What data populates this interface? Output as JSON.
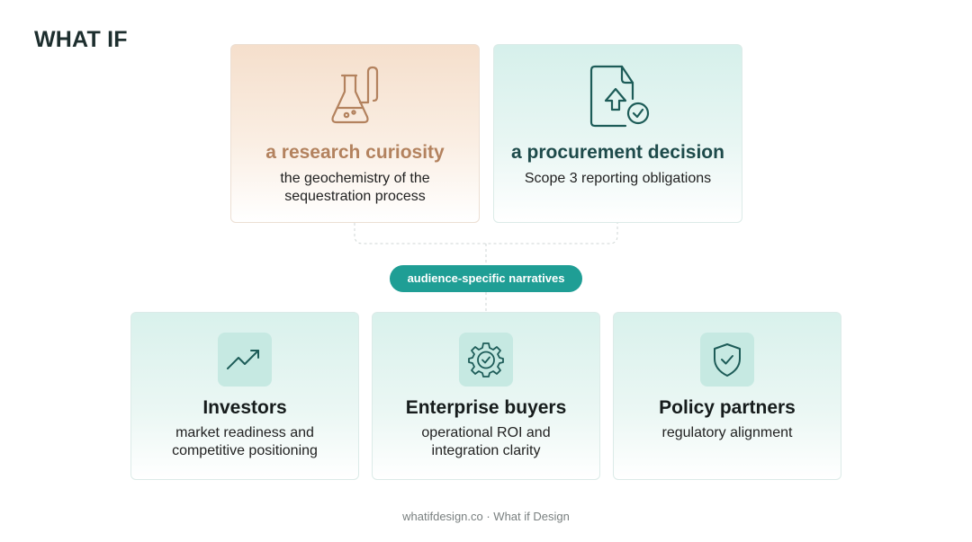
{
  "brand": {
    "logo_text": "WHAT IF"
  },
  "top_cards": [
    {
      "title": "a research curiosity",
      "description": "the geochemistry of the sequestration process",
      "icon": "flask-icon"
    },
    {
      "title": "a procurement decision",
      "description": "Scope 3 reporting obligations",
      "icon": "document-upload-check-icon"
    }
  ],
  "center_label": "audience-specific narratives",
  "audience_cards": [
    {
      "title": "Investors",
      "description": "market readiness and competitive positioning",
      "icon": "trending-up-icon"
    },
    {
      "title": "Enterprise buyers",
      "description": "operational ROI and integration clarity",
      "icon": "gear-check-icon"
    },
    {
      "title": "Policy partners",
      "description": "regulatory alignment",
      "icon": "shield-check-icon"
    }
  ],
  "footer": {
    "text": "whatifdesign.co · What if Design"
  },
  "colors": {
    "accent": "#1f9e95",
    "research_title": "#b3825e",
    "procurement_title": "#1d4a4a",
    "icon_box": "#c6e9e2"
  }
}
